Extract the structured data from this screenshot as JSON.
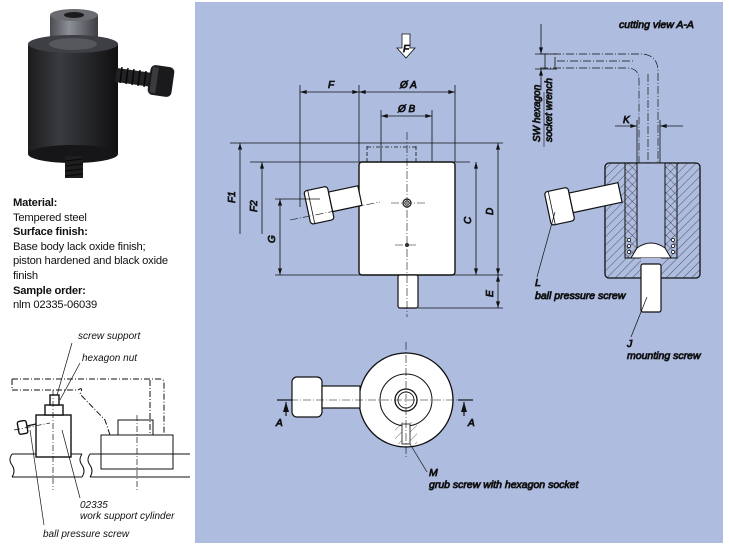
{
  "product": {
    "photo_alt": "work support cylinder product photo",
    "specs": [
      {
        "label": "Material:",
        "value": "Tempered steel"
      },
      {
        "label": "Surface finish:",
        "value": "Base body lack oxide finish;",
        "value2": "piston hardened and black oxide finish"
      },
      {
        "label": "Sample order:",
        "value": "nlm 02335-06039"
      }
    ]
  },
  "application_sketch": {
    "callouts": {
      "screw_support": "screw support",
      "hexagon_nut": "hexagon nut",
      "part_number": "02335",
      "part_name": "work support cylinder",
      "ball_pressure_screw": "ball pressure screw"
    }
  },
  "technical_drawing": {
    "background_color": "#adbcdf",
    "force_label": "F",
    "dimensions": {
      "F": "F",
      "diam_A": "Ø A",
      "diam_B": "Ø B",
      "F1": "F1",
      "F2": "F2",
      "G": "G",
      "C": "C",
      "D": "D",
      "E": "E",
      "K": "K"
    },
    "section_cut_label": "A",
    "section_view": {
      "title": "cutting view A-A",
      "wrench_line1": "SW hexagon",
      "wrench_line2": "socket wrench",
      "L_letter": "L",
      "L_text": "ball pressure screw",
      "J_letter": "J",
      "J_text": "mounting screw"
    },
    "top_view": {
      "M_letter": "M",
      "M_text": "grub screw with hexagon socket"
    }
  }
}
